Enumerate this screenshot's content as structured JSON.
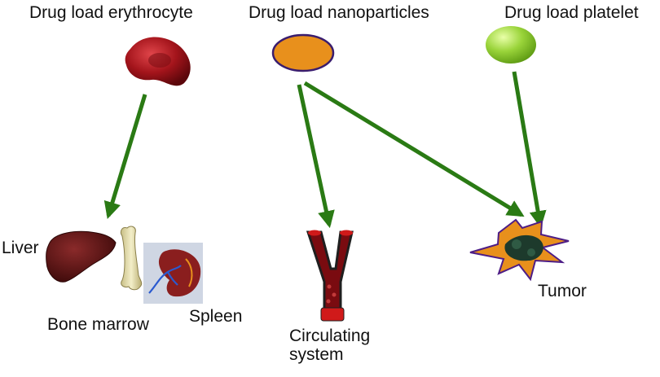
{
  "sources": {
    "erythrocyte": "Drug load erythrocyte",
    "nanoparticles": "Drug load nanoparticles",
    "platelet": "Drug load platelet"
  },
  "targets": {
    "liver": "Liver",
    "bone_marrow": "Bone marrow",
    "spleen": "Spleen",
    "circulating_line1": "Circulating",
    "circulating_line2": "system",
    "tumor": "Tumor"
  },
  "colors": {
    "arrow": "#2a7a14",
    "erythrocyte": "#a3141b",
    "nanoparticle": "#e8901c",
    "platelet": "#9ad43a",
    "liver": "#5a1212",
    "tumor_star": "#e8901c",
    "tumor_mass": "#1d3a2c"
  }
}
